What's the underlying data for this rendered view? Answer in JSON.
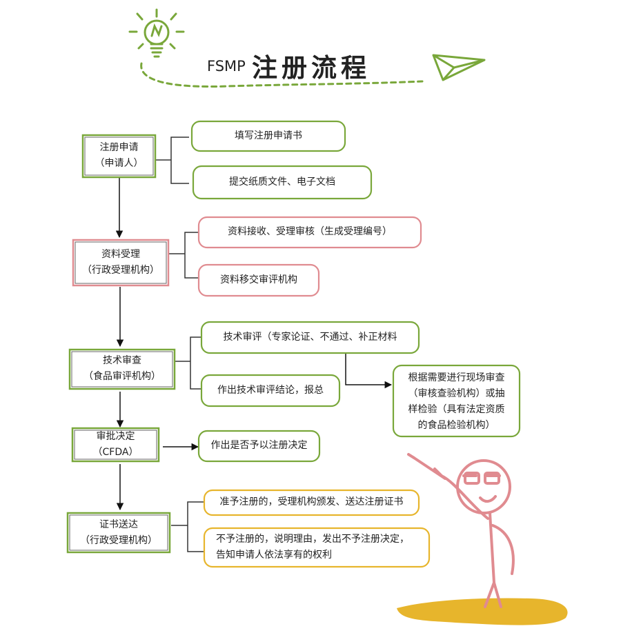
{
  "title": {
    "latin": "FSMP",
    "cjk": "注册流程"
  },
  "colors": {
    "green": "#79a73a",
    "pink": "#e08b90",
    "yellow": "#e7b52c",
    "arrow": "#111111",
    "bracket": "#333333",
    "stage_border": "#555555"
  },
  "icons": {
    "bulb": "lightbulb-icon",
    "plane": "paper-plane-icon",
    "figure": "teacher-stick-figure"
  },
  "stages": [
    {
      "line1": "注册申请",
      "line2": "（申请人）",
      "color": "green"
    },
    {
      "line1": "资料受理",
      "line2": "（行政受理机构）",
      "color": "pink"
    },
    {
      "line1": "技术审查",
      "line2": "（食品审评机构）",
      "color": "green"
    },
    {
      "line1": "审批决定",
      "line2": "（CFDA）",
      "color": "green"
    },
    {
      "line1": "证书送达",
      "line2": "（行政受理机构）",
      "color": "green"
    }
  ],
  "steps": [
    {
      "text": "填写注册申请书",
      "stage": 0,
      "color": "green"
    },
    {
      "text": "提交纸质文件、电子文档",
      "stage": 0,
      "color": "green"
    },
    {
      "text": "资料接收、受理审核（生成受理编号）",
      "stage": 1,
      "color": "pink"
    },
    {
      "text": "资料移交审评机构",
      "stage": 1,
      "color": "pink"
    },
    {
      "text": "技术审评（专家论证、不通过、补正材料",
      "stage": 2,
      "color": "green"
    },
    {
      "text": "作出技术审评结论，报总",
      "stage": 2,
      "color": "green"
    },
    {
      "text": "作出是否予以注册决定",
      "stage": 3,
      "color": "green"
    },
    {
      "text": "准予注册的，受理机构颁发、送达注册证书",
      "stage": 4,
      "color": "yellow"
    },
    {
      "lines": [
        "不予注册的，说明理由，发出不予注册决定，",
        "告知申请人依法享有的权利"
      ],
      "stage": 4,
      "color": "yellow"
    }
  ],
  "side_note": {
    "lines": [
      "根据需要进行现场审查",
      "（审核查验机构）或抽",
      "样检验（具有法定资质",
      "的食品检验机构）"
    ],
    "color": "green"
  }
}
